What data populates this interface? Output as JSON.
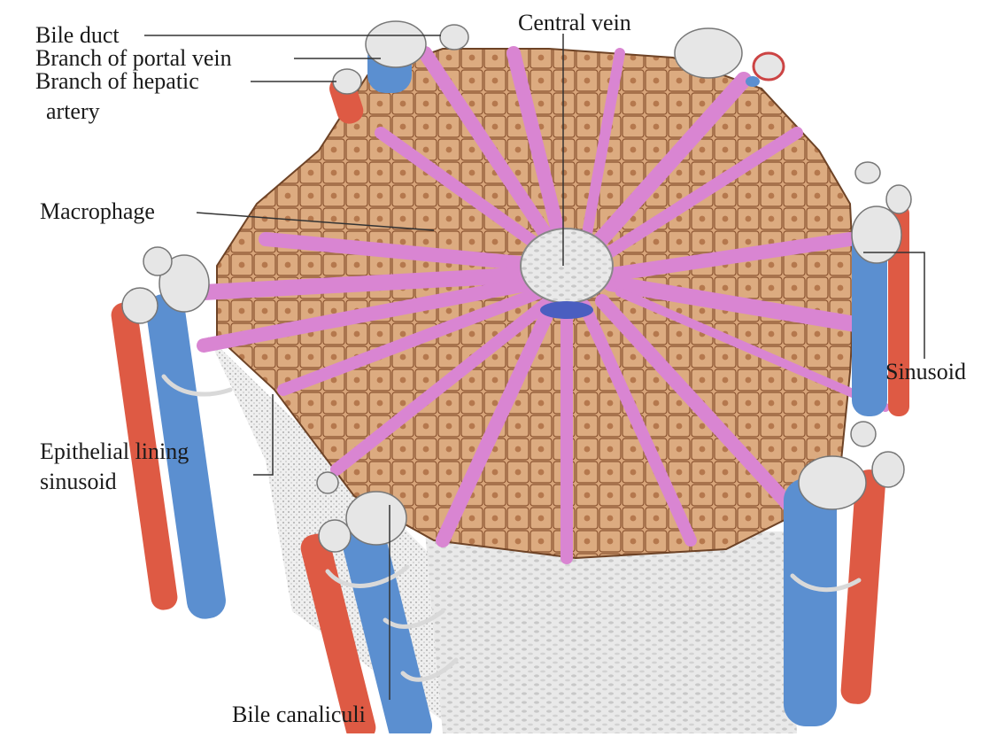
{
  "labels": {
    "bile_duct": "Bile duct",
    "portal_vein": "Branch of portal vein",
    "hepatic_artery_line1": "Branch of hepatic",
    "hepatic_artery_line2": "artery",
    "central_vein": "Central vein",
    "macrophage": "Macrophage",
    "sinusoid": "Sinusoid",
    "epithelial_line1": "Epithelial lining",
    "epithelial_line2": "sinusoid",
    "bile_canaliculi": "Bile canaliculi"
  },
  "colors": {
    "hepatocyte": "#d8a57a",
    "hepatocyte_dark": "#b5784d",
    "sinusoid": "#d985d2",
    "portal_vein": "#5b8fd0",
    "hepatic_artery": "#de5a44",
    "vessel_cap": "#e6e6e6",
    "central_vein": "#e2e2e2",
    "connective": "#dcdcdc",
    "label_line": "#333333"
  }
}
